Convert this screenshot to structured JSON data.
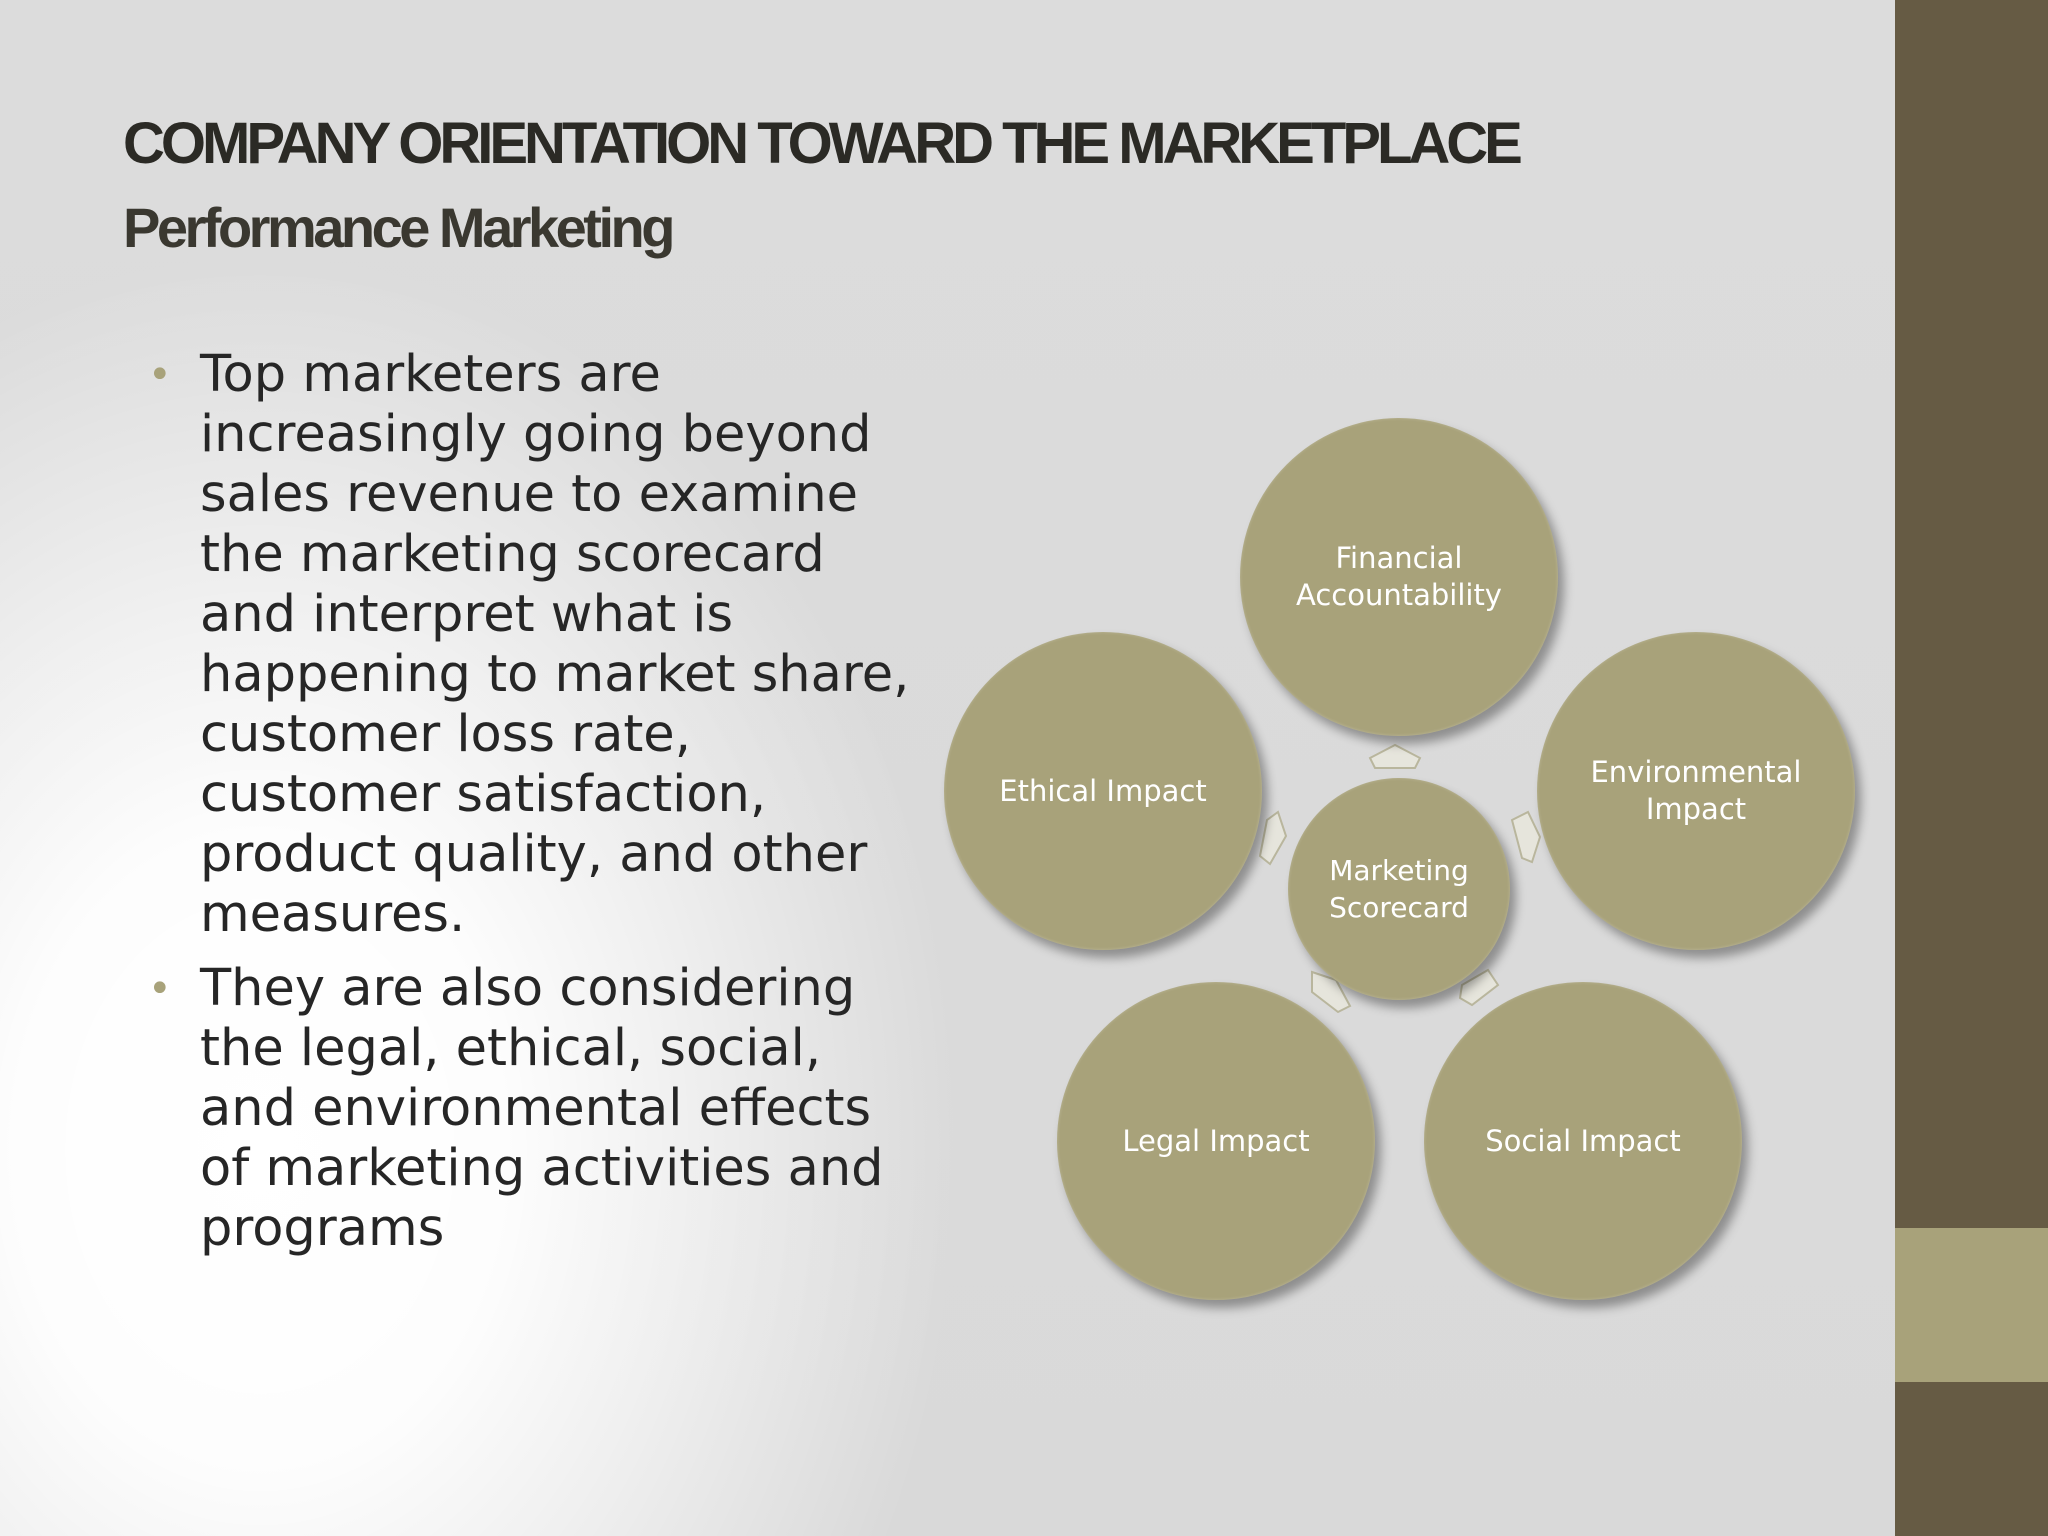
{
  "slide": {
    "title": "COMPANY ORIENTATION TOWARD THE MARKETPLACE",
    "subtitle": "Performance Marketing",
    "bullets": [
      "Top marketers are increasingly going beyond sales revenue to examine the marketing scorecard and interpret what is happening to market share, customer loss rate, customer satisfaction, product quality, and other measures.",
      "They are also considering the legal, ethical, social, and environmental effects of marketing activities and programs"
    ]
  },
  "diagram": {
    "center": "Marketing\nScorecard",
    "nodes": {
      "financial": "Financial\nAccountability",
      "environmental": "Environmental\nImpact",
      "social": "Social Impact",
      "legal": "Legal Impact",
      "ethical": "Ethical Impact"
    }
  },
  "colors": {
    "circle_fill": "#a8a27a",
    "sidebar": "#665b44",
    "accent": "#a8a27a"
  }
}
